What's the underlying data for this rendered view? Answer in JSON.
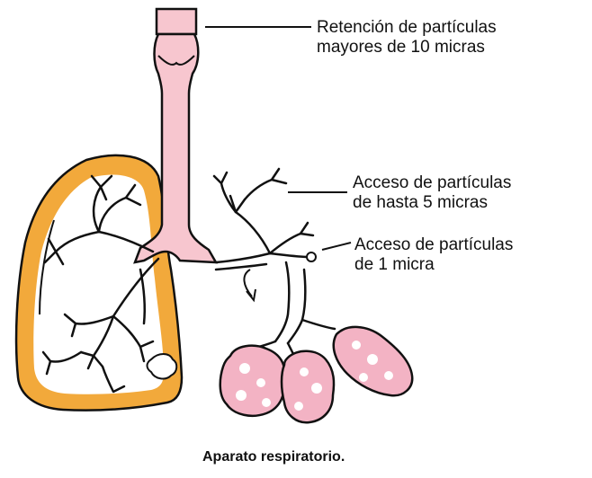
{
  "labels": {
    "retention_line1": "Retención de partículas",
    "retention_line2": "mayores de 10 micras",
    "access5_line1": "Acceso de partículas",
    "access5_line2": "de hasta 5 micras",
    "access1_line1": "Acceso de partículas",
    "access1_line2": "de 1 micra"
  },
  "caption": "Aparato respiratorio.",
  "colors": {
    "lung_fill": "#f2a93b",
    "trachea_pink": "#f7c6cf",
    "alveoli_pink": "#f3b3c4",
    "outline": "#111111"
  }
}
